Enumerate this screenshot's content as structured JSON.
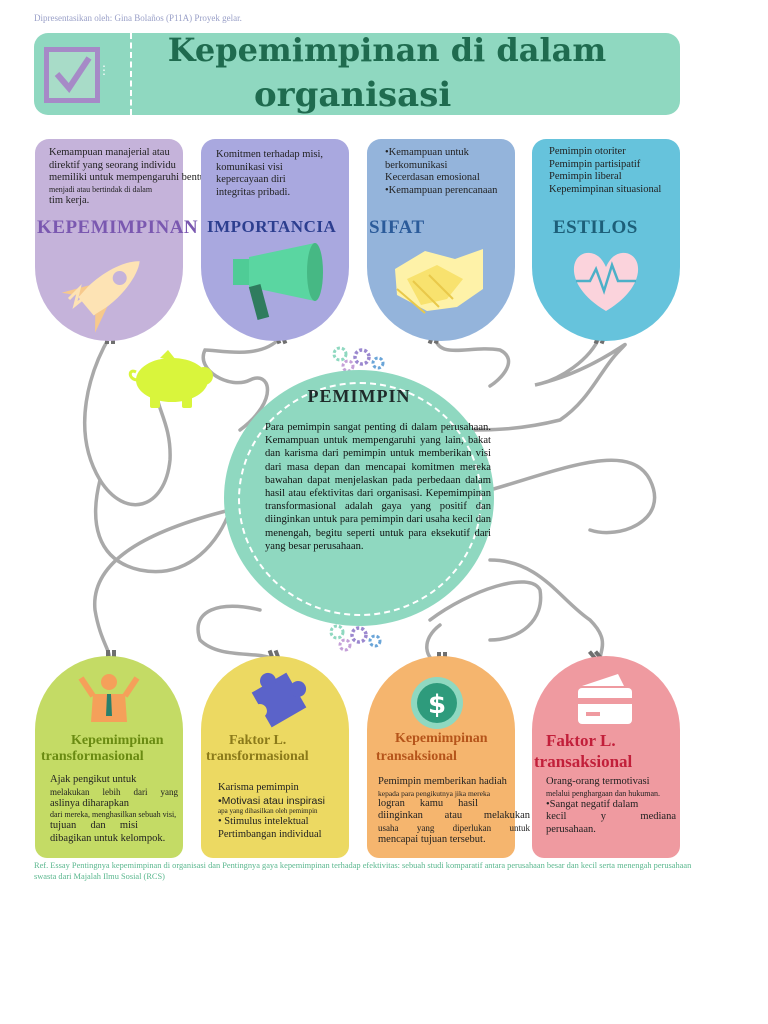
{
  "credit": "Dipresentasikan oleh: Gina Bolaños (P11A) Proyek gelar.",
  "title": {
    "line1": "Kepemimpinan di dalam",
    "line2": "organisasi"
  },
  "top_cards": [
    {
      "heading": "KEPEMIMPINAN",
      "text_lines": [
        "Kemampuan manajerial atau",
        "direktif yang seorang individu",
        "memiliki untuk mempengaruhi bentuk",
        "menjadi atau bertindak di dalam",
        "tim kerja."
      ],
      "icon": "rocket-icon"
    },
    {
      "heading": "IMPORTANCIA",
      "text_lines": [
        "Komitmen terhadap misi,",
        "komunikasi visi",
        "kepercayaan diri",
        "integritas pribadi."
      ],
      "icon": "megaphone-icon"
    },
    {
      "heading": "SIFAT",
      "text_lines": [
        "•Kemampuan untuk",
        "berkomunikasi",
        "Kecerdasan emosional",
        "•Kemampuan perencanaan"
      ],
      "icon": "handshake-icon"
    },
    {
      "heading": "ESTILOS",
      "text_lines": [
        "Pemimpin otoriter",
        "Pemimpin partisipatif",
        "Pemimpin liberal",
        "Kepemimpinan situasional"
      ],
      "icon": "heart-pulse-icon"
    }
  ],
  "center": {
    "title": "PEMIMPIN",
    "text": "Para pemimpin sangat penting di dalam perusahaan. Kemampuan untuk mempengaruhi yang lain, bakat dan karisma dari pemimpin untuk memberikan visi dari masa depan dan mencapai komitmen mereka bawahan dapat menjelaskan pada perbedaan dalam hasil atau efektivitas dari organisasi. Kepemimpinan transformasional adalah gaya yang positif dan diinginkan untuk para pemimpin dari usaha kecil dan menengah, begitu seperti untuk para eksekutif dari yang besar perusahaan."
  },
  "bottom_cards": [
    {
      "heading": [
        "Kepemimpinan",
        "transformasional"
      ],
      "text_lines": [
        "Ajak pengikut untuk",
        "melakukan lebih dari yang",
        "aslinya diharapkan",
        "dari mereka, menghasilkan sebuah visi,",
        "tujuan dan misi",
        "dibagikan untuk kelompok."
      ],
      "icon": "person-icon"
    },
    {
      "heading": [
        "Faktor L.",
        "transformasional"
      ],
      "text_lines": [
        "Karisma pemimpin",
        "•Motivasi atau inspirasi",
        "apa yang dihasilkan oleh pemimpin",
        "• Stimulus intelektual",
        "Pertimbangan individual"
      ],
      "icon": "puzzle-icon"
    },
    {
      "heading": [
        "Kepemimpinan",
        "transaksional"
      ],
      "text_lines": [
        "Pemimpin memberikan hadiah",
        "kepada para pengikutnya jika mereka",
        "logran kamu hasil",
        "diinginkan atau melakukan",
        "usaha yang diperlukan untuk",
        "mencapai tujuan tersebut."
      ],
      "icon": "dollar-icon"
    },
    {
      "heading": [
        "Faktor L.",
        "transaksional"
      ],
      "text_lines": [
        "Orang-orang termotivasi",
        "melalui penghargaan dan hukuman.",
        "•Sangat negatif dalam",
        "kecil y mediana",
        "perusahaan."
      ],
      "icon": "card-icon"
    }
  ],
  "reference": "Ref. Essay Pentingnya kepemimpinan di organisasi dan Pentingnya gaya kepemimpinan terhadap efektivitas: sebuah studi komparatif antara perusahaan besar dan kecil serta menengah perusahaan swasta dari Majalah Ilmu Sosial (RCS)",
  "colors": {
    "banner": "#8fd8c0",
    "card_purple": "#c5b3da",
    "card_blue": "#a9a8df",
    "card_steel": "#94b4db",
    "card_cyan": "#66c3dc",
    "card_lime": "#c4db65",
    "card_yellow": "#ecd962",
    "card_orange": "#f5b56e",
    "card_pink": "#ef9aa0",
    "string": "#a8a8a8"
  }
}
